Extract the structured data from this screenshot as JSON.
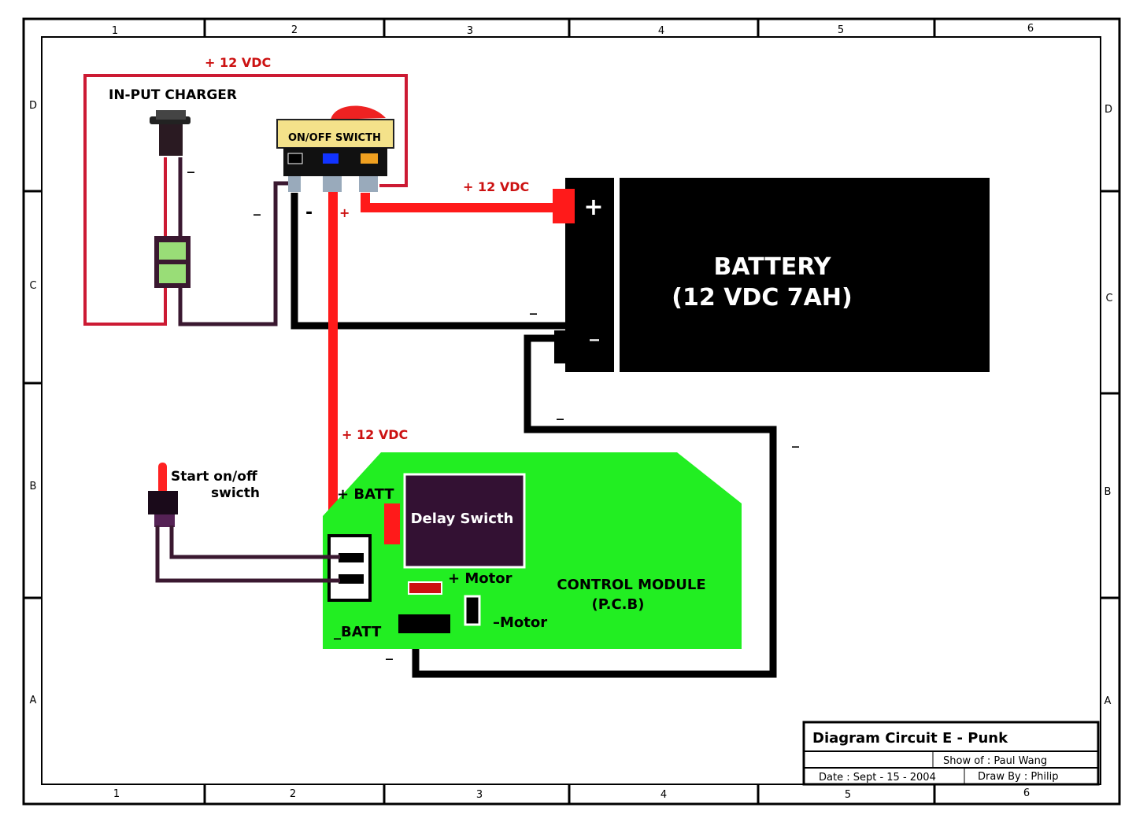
{
  "border": {
    "columns": [
      "1",
      "2",
      "3",
      "4",
      "5",
      "6"
    ],
    "rows": [
      "D",
      "C",
      "B",
      "A"
    ]
  },
  "colors": {
    "positive_wire": "#ff1a1a",
    "negative_wire": "#000000",
    "charger_wire_dark": "#3a1830",
    "charger_wire_red": "#cc1a33",
    "pcb_green": "#22ee22",
    "battery_fill": "#000000",
    "delay_switch_fill": "#331133",
    "label_red": "#cc1111"
  },
  "labels": {
    "vdc_top": "+ 12 VDC",
    "vdc_battery": "+ 12 VDC",
    "vdc_module": "+ 12 VDC",
    "input_charger": "IN-PUT CHARGER",
    "on_off_switch": "ON/OFF SWICTH",
    "charger_minus": "_",
    "left_minus": "_",
    "switch_minus": "-",
    "switch_plus": "+",
    "battery_line1": "BATTERY",
    "battery_line2": "(12 VDC 7AH)",
    "battery_plus": "+",
    "battery_minus": "_",
    "wire_minus_1": "_",
    "wire_minus_2": "_",
    "wire_minus_3": "_",
    "start_switch_line1": "Start on/off",
    "start_switch_line2": "swicth",
    "plus_batt": "+ BATT",
    "delay_switch": "Delay Swicth",
    "plus_motor": "+ Motor",
    "minus_motor": "–Motor",
    "minus_batt": "_BATT",
    "control_module_line1": "CONTROL MODULE",
    "control_module_line2": "(P.C.B)",
    "bottom_minus": "_"
  },
  "title_block": {
    "title": "Diagram Circuit  E - Punk",
    "show_of": "Show of : Paul Wang",
    "date": "Date : Sept - 15 - 2004",
    "drawn_by": "Draw By : Philip"
  }
}
